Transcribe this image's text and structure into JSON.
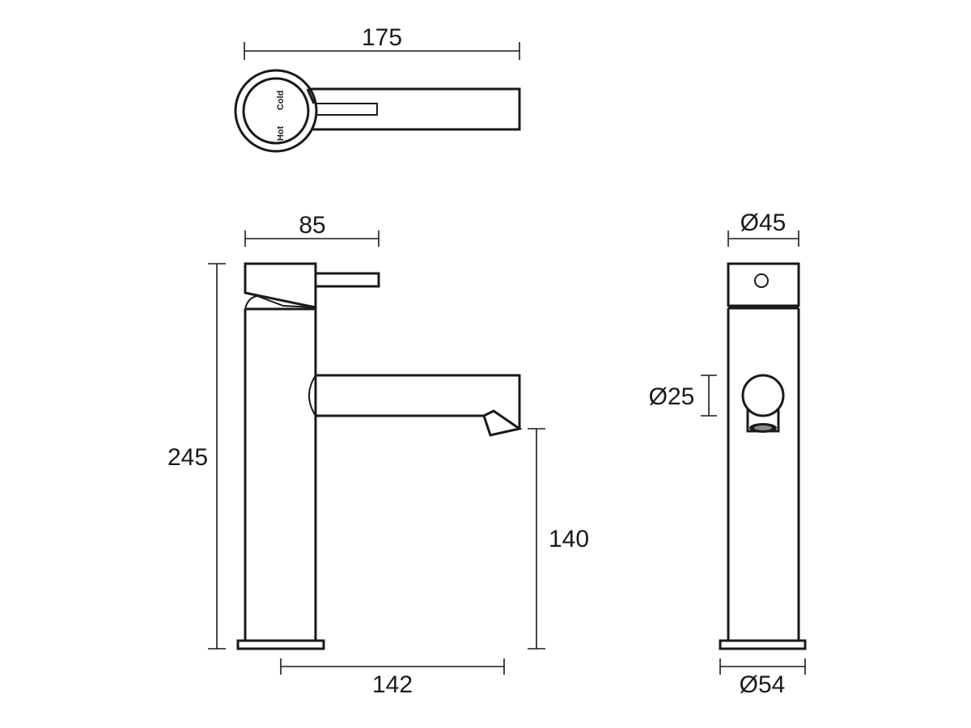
{
  "dimensions": {
    "top_width": "175",
    "body_width": "85",
    "total_height": "245",
    "spout_height": "140",
    "spout_reach": "142",
    "side_top_diameter": "Ø45",
    "side_spout_diameter": "Ø25",
    "side_base_diameter": "Ø54"
  },
  "handle_labels": {
    "cold": "Cold",
    "hot": "Hot"
  }
}
